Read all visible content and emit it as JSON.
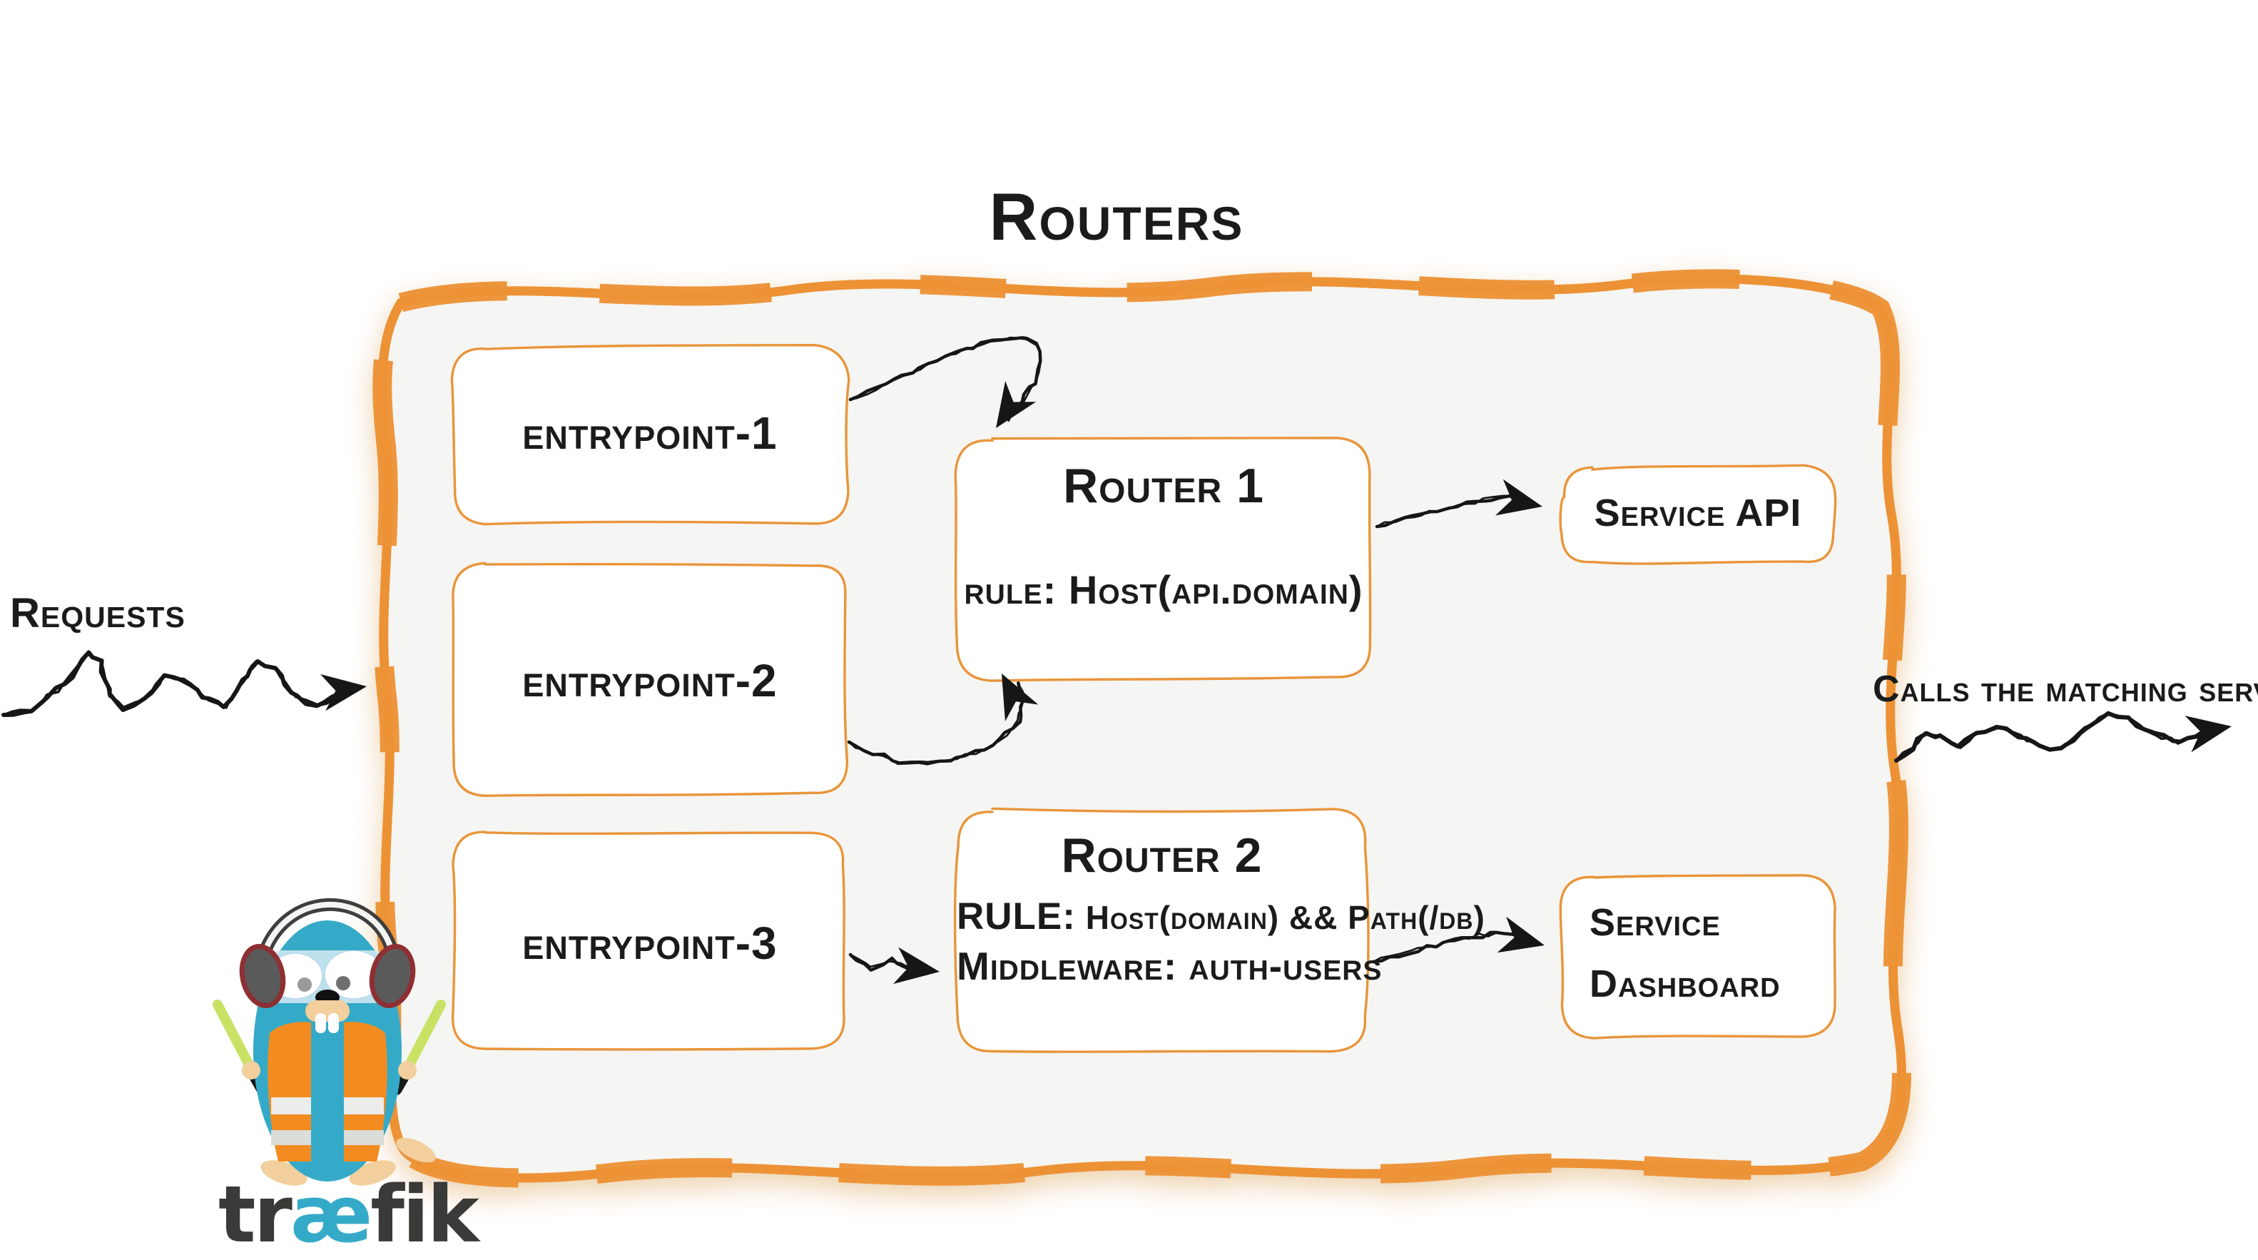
{
  "title": "Routers",
  "colors": {
    "accent_orange": "#EC9235",
    "box_stroke": "#E8953A",
    "panel_fill": "#F5F5F3",
    "ink": "#161616",
    "logo_teal": "#35AAC8",
    "logo_dark": "#3A3A38",
    "vest_orange": "#F28C20",
    "baton_green": "#C9E265",
    "body_teal": "#35AAC8"
  },
  "left_annotation": {
    "label": "Requests"
  },
  "right_annotation": {
    "label": "Calls the matching server"
  },
  "entrypoints": [
    {
      "label": "entrypoint-1"
    },
    {
      "label": "entrypoint-2"
    },
    {
      "label": "entrypoint-3"
    }
  ],
  "routers": [
    {
      "title": "Router 1",
      "rule_label": "rule:",
      "rule_value": "Host(api.domain)"
    },
    {
      "title": "Router 2",
      "rule_label": "RULE:",
      "rule_value": "Host(domain) && Path(/db)",
      "middleware_label": "Middleware:",
      "middleware_value": "auth-users"
    }
  ],
  "services": [
    {
      "label": "Service API"
    },
    {
      "line1": "Service",
      "line2": "Dashboard"
    }
  ],
  "logo": {
    "word_pre": "tr",
    "word_mid": "æ",
    "word_post": "fik"
  }
}
